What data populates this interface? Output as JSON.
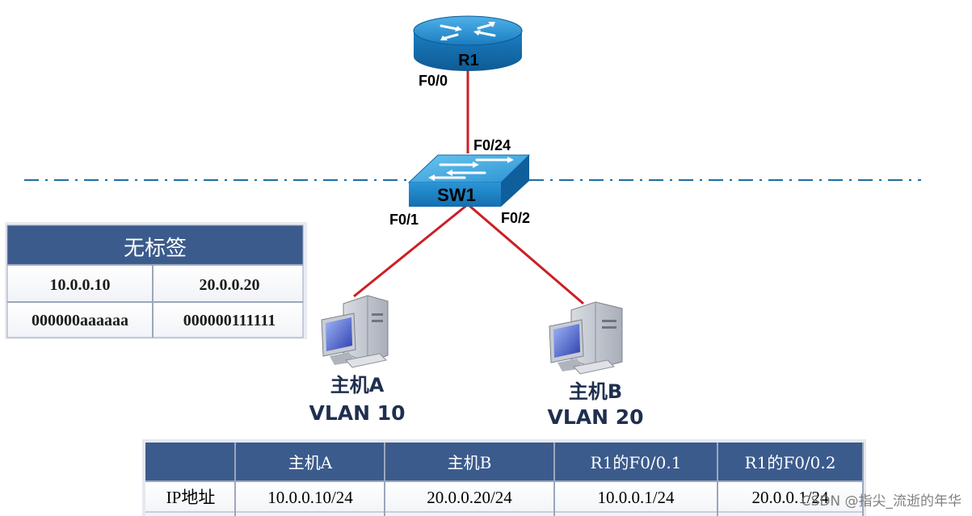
{
  "router": {
    "name": "R1",
    "port": "F0/0"
  },
  "switch": {
    "name": "SW1",
    "port_uplink": "F0/24",
    "port_a": "F0/1",
    "port_b": "F0/2"
  },
  "host_a": {
    "name": "主机A",
    "vlan": "VLAN 10"
  },
  "host_b": {
    "name": "主机B",
    "vlan": "VLAN 20"
  },
  "untagged_table": {
    "title": "无标签",
    "rows": [
      [
        "10.0.0.10",
        "20.0.0.20"
      ],
      [
        "000000aaaaaa",
        "000000111111"
      ]
    ]
  },
  "ip_table": {
    "headers": [
      "",
      "主机A",
      "主机B",
      "R1的F0/0.1",
      "R1的F0/0.2"
    ],
    "rows": [
      [
        "IP地址",
        "10.0.0.10/24",
        "20.0.0.20/24",
        "10.0.0.1/24",
        "20.0.0.1/24"
      ]
    ]
  },
  "watermark": "CSDN @指尖_流逝的年华",
  "colors": {
    "link": "#cc1f24",
    "device_blue": "#1e7bbd",
    "table_header": "#3b5b8c",
    "table_border": "#9aa7bd",
    "dashed_line": "#1b6ea3"
  }
}
